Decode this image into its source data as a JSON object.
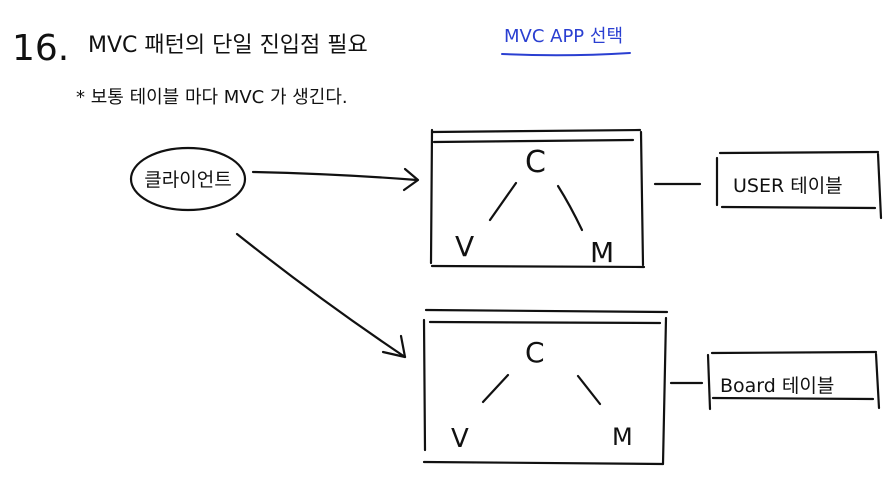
{
  "header": {
    "number": "16.",
    "title": "MVC 패턴의 단일 진입점 필요",
    "note": "MVC APP 선택"
  },
  "subnote": "* 보통 테이블 마다 MVC 가 생긴다.",
  "client": {
    "label": "클라이언트"
  },
  "mvc_top": {
    "c": "C",
    "v": "V",
    "m": "M"
  },
  "mvc_bottom": {
    "c": "C",
    "v": "V",
    "m": "M"
  },
  "tables": {
    "user": "USER 테이블",
    "board": "Board 테이블"
  },
  "colors": {
    "ink": "#111111",
    "accent": "#2a3fd1",
    "background": "#ffffff"
  }
}
